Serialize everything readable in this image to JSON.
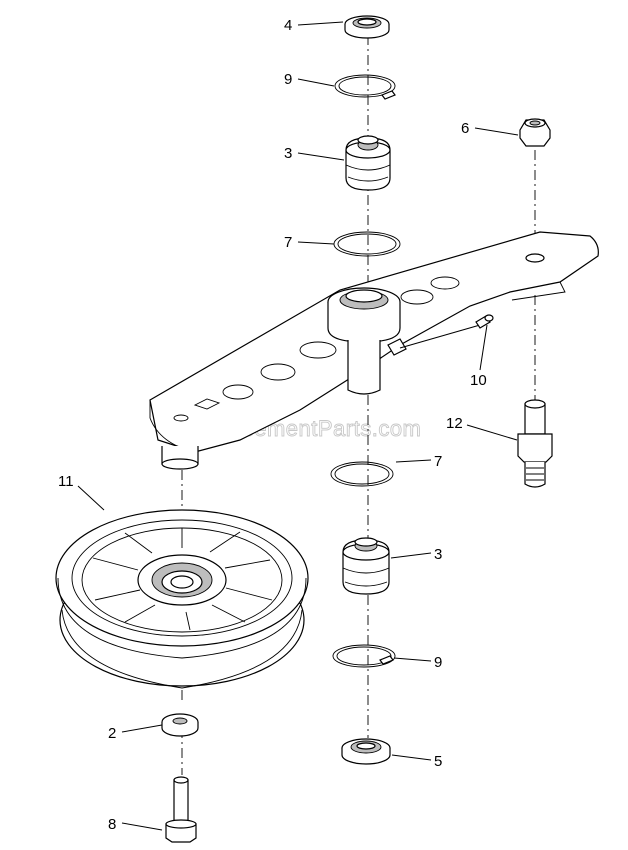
{
  "watermark": "eReplacementParts.com",
  "callouts": {
    "c4": "4",
    "c9_top": "9",
    "c3_top": "3",
    "c6": "6",
    "c7_top": "7",
    "c10": "10",
    "c12": "12",
    "c7_bottom": "7",
    "c11": "11",
    "c3_bottom": "3",
    "c9_bottom": "9",
    "c2": "2",
    "c5": "5",
    "c8": "8"
  }
}
